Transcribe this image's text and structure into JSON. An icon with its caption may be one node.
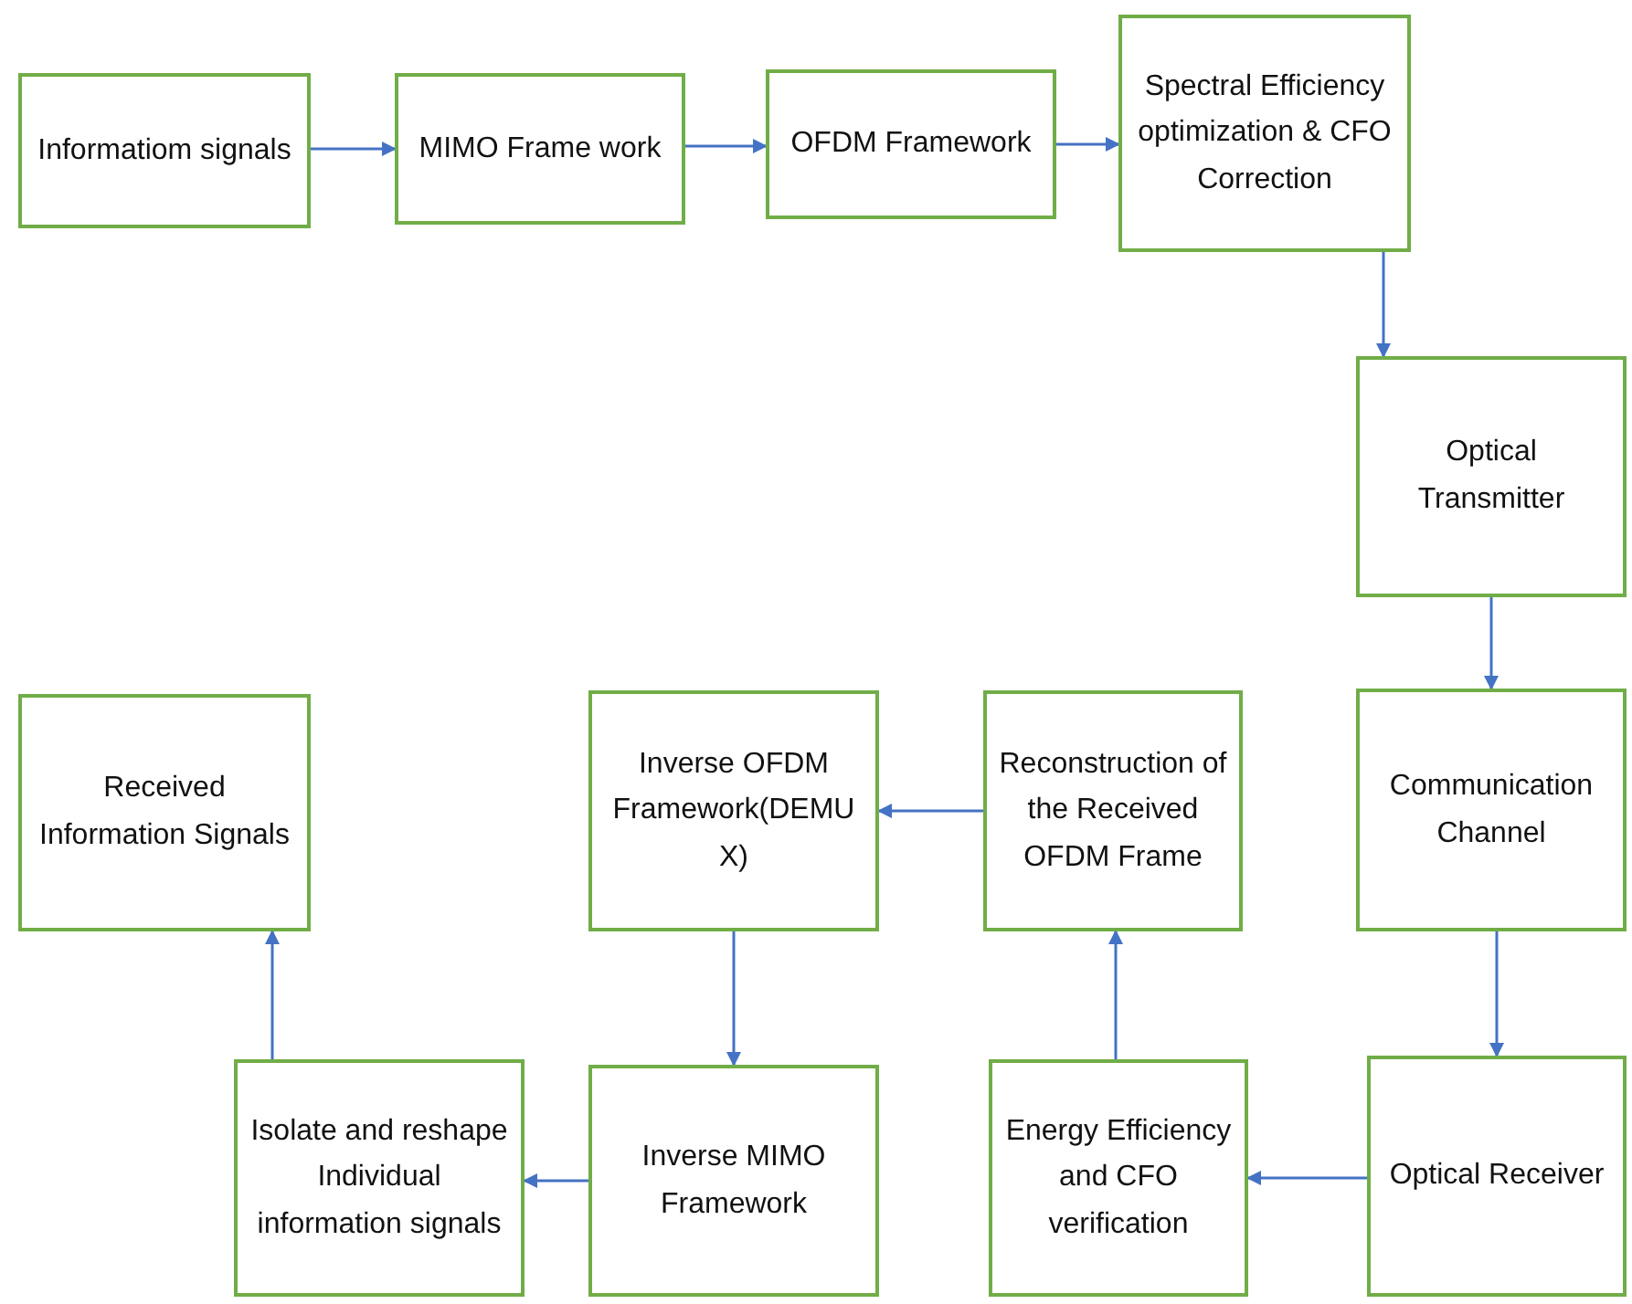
{
  "diagram": {
    "nodes": [
      {
        "text": [
          "Informatiom signals"
        ]
      },
      {
        "text": [
          "MIMO Frame work"
        ]
      },
      {
        "text": [
          "OFDM Framework"
        ]
      },
      {
        "text": [
          "Spectral Efficiency optimization & CFO Correction"
        ]
      },
      {
        "text": [
          "Optical Transmitter"
        ]
      },
      {
        "text": [
          "Communication Channel"
        ]
      },
      {
        "text": [
          "Optical Receiver"
        ]
      },
      {
        "text": [
          "Energy Efficiency and CFO verification"
        ]
      },
      {
        "text": [
          "Reconstruction of the Received OFDM Frame"
        ]
      },
      {
        "text": [
          "Inverse OFDM Framework(DEMU X)"
        ]
      },
      {
        "text": [
          "Inverse MIMO Framework"
        ]
      },
      {
        "text": [
          "Isolate and reshape Individual information signals"
        ]
      },
      {
        "text": [
          "Received Information Signals"
        ]
      }
    ],
    "edges": [
      {
        "from": 0,
        "to": 1,
        "arrow": "to"
      },
      {
        "from": 1,
        "to": 2,
        "arrow": "to"
      },
      {
        "from": 2,
        "to": 3,
        "arrow": "to"
      },
      {
        "from": 3,
        "to": 4,
        "arrow": "to"
      },
      {
        "from": 4,
        "to": 5,
        "arrow": "to"
      },
      {
        "from": 5,
        "to": 6,
        "arrow": "to"
      },
      {
        "from": 6,
        "to": 7,
        "arrow": "to"
      },
      {
        "from": 7,
        "to": 8,
        "arrow": "to"
      },
      {
        "from": 8,
        "to": 9,
        "arrow": "to"
      },
      {
        "from": 9,
        "to": 10,
        "arrow": "to"
      },
      {
        "from": 10,
        "to": 11,
        "arrow": "to"
      },
      {
        "from": 11,
        "to": 12,
        "arrow": "to"
      }
    ]
  }
}
